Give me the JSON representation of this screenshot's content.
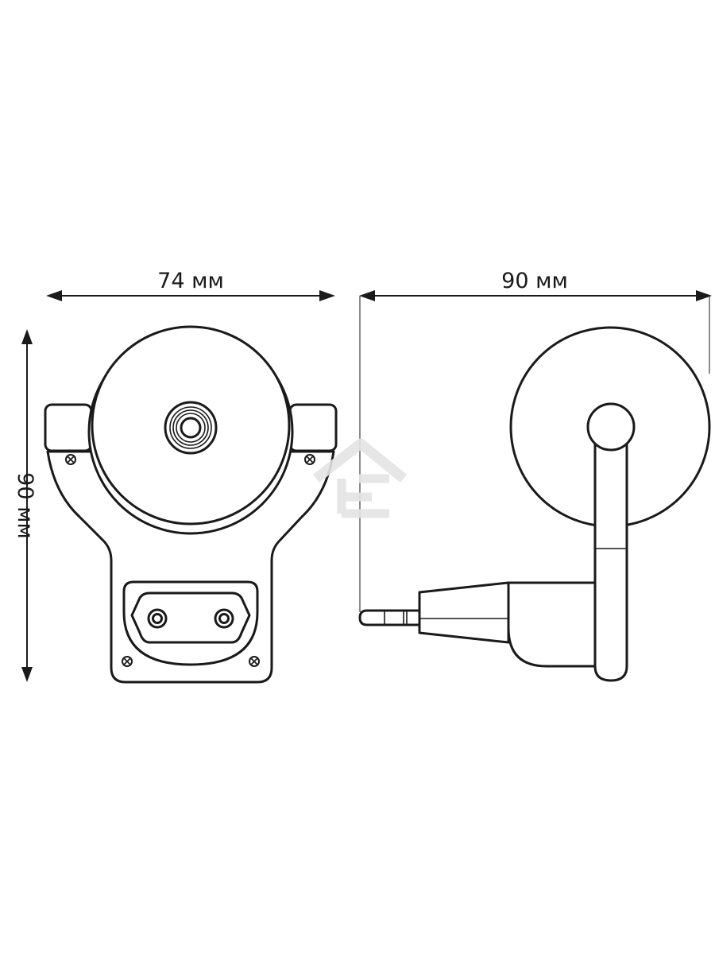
{
  "dimensions": {
    "front_width": "74 мм",
    "front_height": "90 мм",
    "side_depth": "90 мм"
  },
  "colors": {
    "line": "#1a1a1a",
    "background": "#ffffff",
    "watermark": "#e6e6e6"
  },
  "icons": {
    "watermark": "house-logo-icon"
  }
}
